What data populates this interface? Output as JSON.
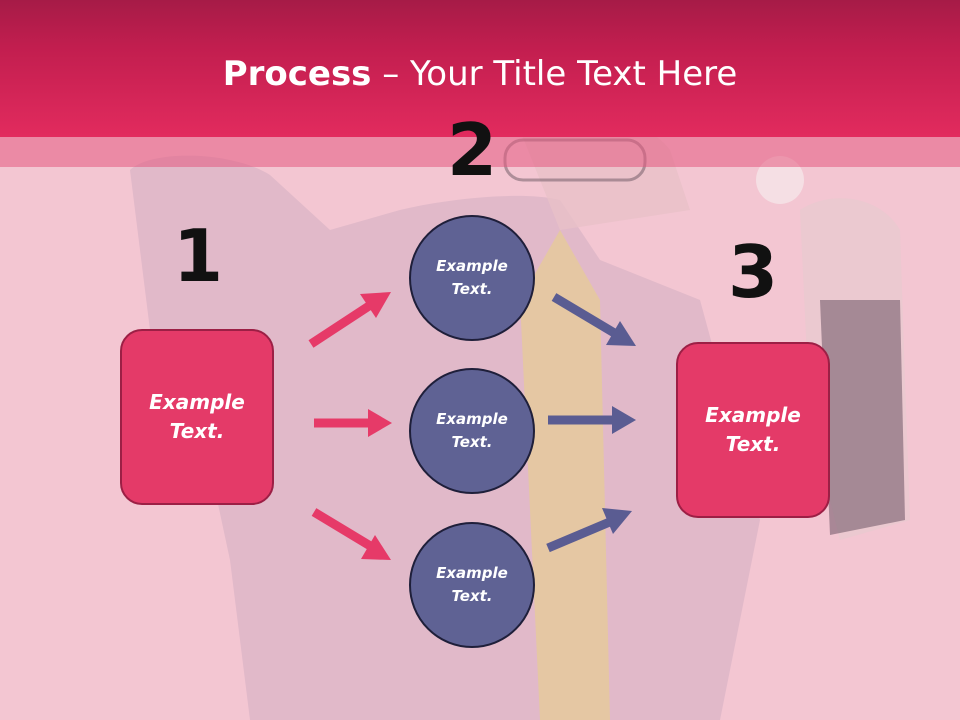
{
  "title": {
    "bold": "Process",
    "rest": " – Your Title Text Here"
  },
  "steps": [
    {
      "number": "1",
      "text": "Example\nText."
    },
    {
      "number": "2"
    },
    {
      "number": "3",
      "text": "Example\nText."
    }
  ],
  "circles": [
    {
      "text": "Example\nText."
    },
    {
      "text": "Example\nText."
    },
    {
      "text": "Example\nText."
    }
  ],
  "colors": {
    "header": "#e22b5e",
    "box_fill": "#e43a68",
    "circle_fill": "#5f6294",
    "arrow_pink": "#e63a68",
    "arrow_blue": "#5a5c92"
  }
}
